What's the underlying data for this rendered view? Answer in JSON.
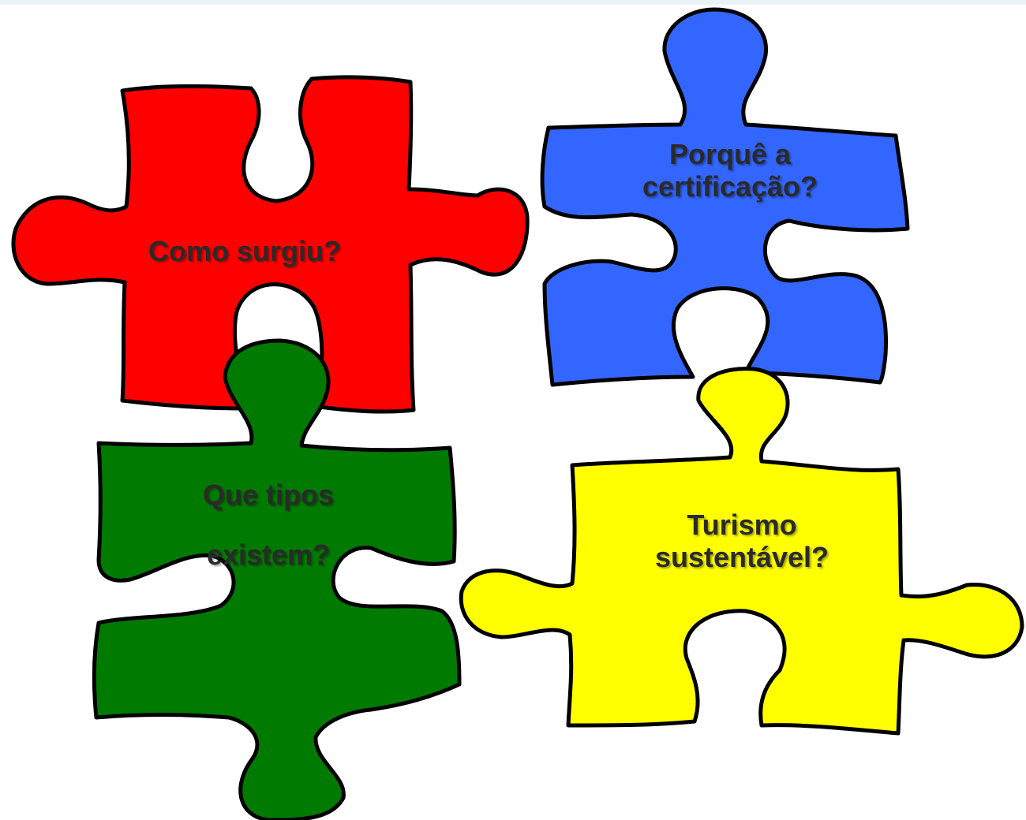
{
  "pieces": {
    "red": {
      "label": "Como surgiu?",
      "color": "#ff0000"
    },
    "blue": {
      "line1": "Porquê a",
      "line2": "certificação?",
      "color": "#3366ff"
    },
    "green": {
      "line1": "Que tipos",
      "line2": "existem?",
      "color": "#007a00"
    },
    "yellow": {
      "line1": "Turismo",
      "line2": "sustentável?",
      "color": "#ffff00"
    }
  }
}
